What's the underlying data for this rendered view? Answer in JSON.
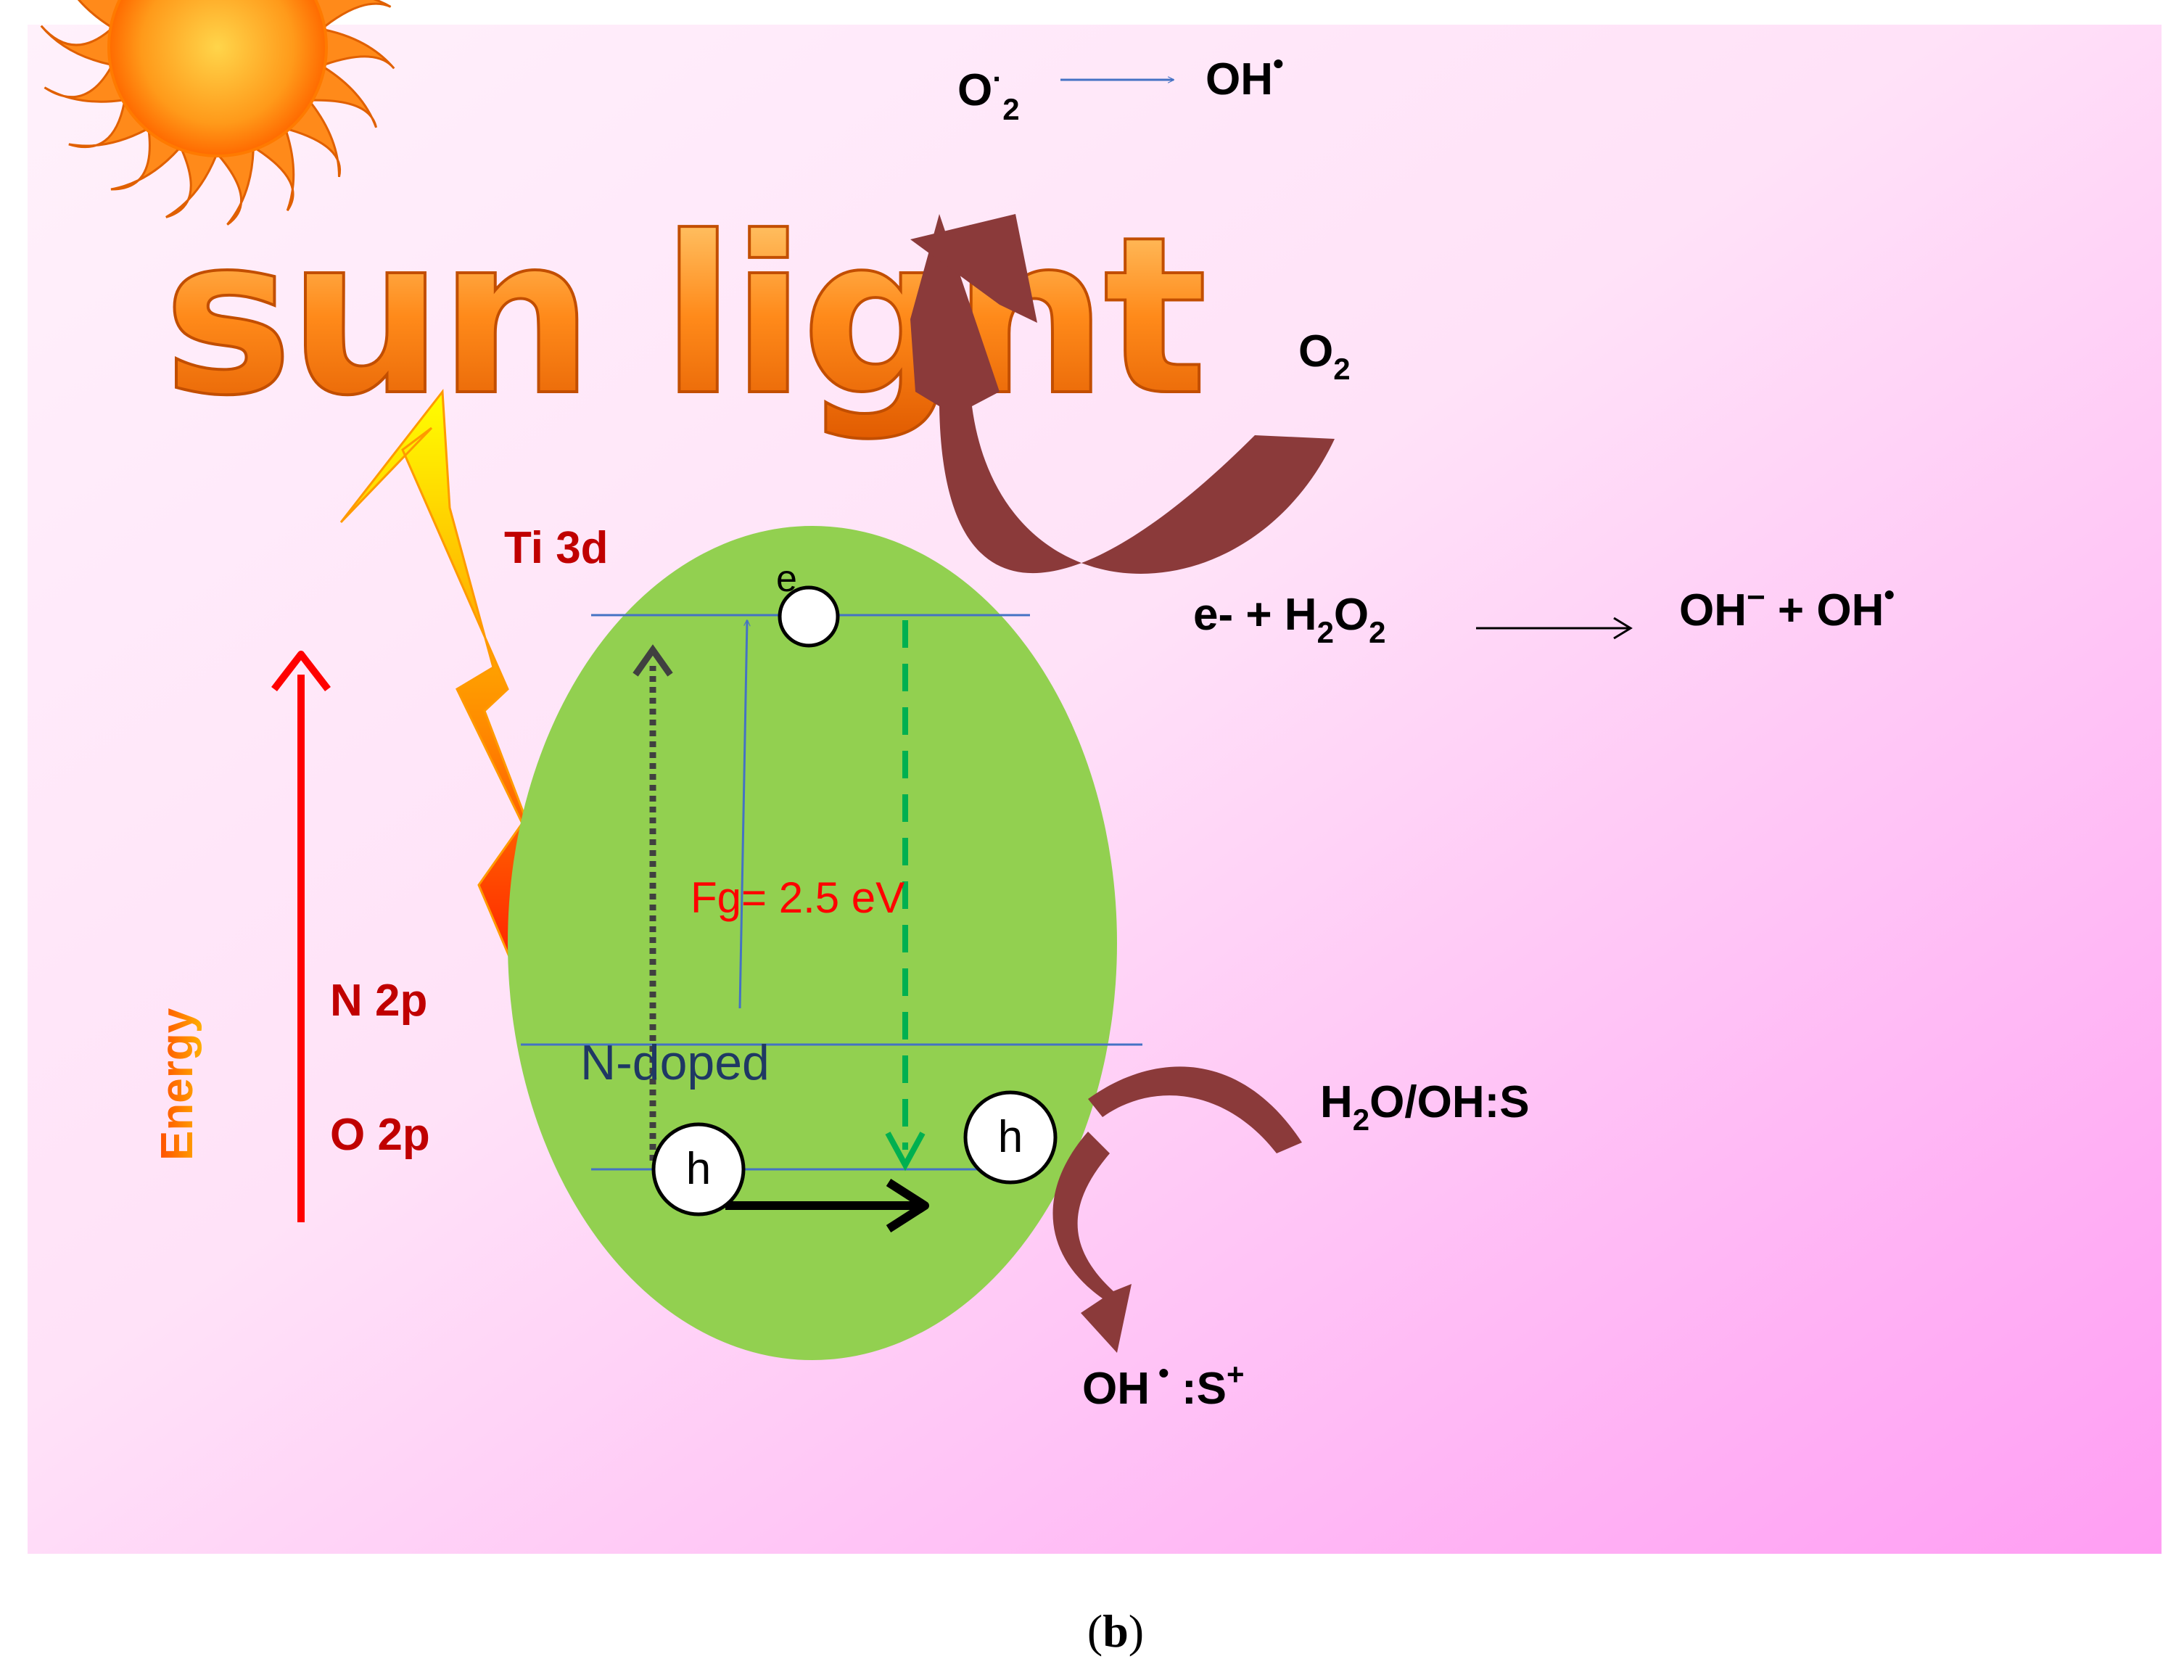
{
  "title": "sun light",
  "energy_label": "Energy",
  "levels": {
    "ti3d": "Ti 3d",
    "n2p": "N 2p",
    "o2p": "O 2p",
    "ndoped": "N-doped"
  },
  "band_gap": "Fg= 2.5 eV",
  "carriers": {
    "electron": "e",
    "hole": "h"
  },
  "reactions": {
    "superoxide": {
      "prefix": "O",
      "dot": "·",
      "sub": "2",
      "product": "OH",
      "product_dot": "•"
    },
    "oxygen": {
      "base": "O",
      "sub": "2"
    },
    "peroxide": {
      "lhs_pre": "e- + H",
      "sub1": "2",
      "mid": "O",
      "sub2": "2",
      "rhs1": "OH",
      "rhs1_sup": "−",
      "rhs_plus": " + OH",
      "rhs_dot": "•"
    },
    "water": {
      "pre": "H",
      "sub": "2",
      "post": "O/OH:S"
    },
    "hydroxyl": {
      "pre": "OH",
      "dot": "•",
      "mid": " :S",
      "sup": "+"
    }
  },
  "caption": {
    "open": "(",
    "letter": "b",
    "close": ")"
  },
  "colors": {
    "bg_light": "#ffeefa",
    "bg_pink": "#ff9ef3",
    "particle": "#92d050",
    "ti_label": "#c00000",
    "band_line": "#4472c4",
    "green_dash": "#00b050",
    "curved_arrow": "#7f2b2b",
    "energy_arrow": "#ff0000",
    "gap_text": "#ff0000",
    "ndoped_text": "#1f3864"
  }
}
